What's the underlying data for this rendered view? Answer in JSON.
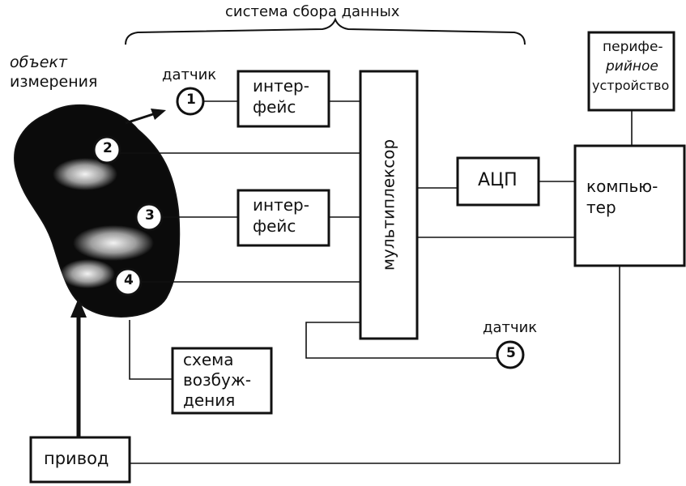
{
  "diagram": {
    "title": "система сбора данных",
    "object_label_line1": "объект",
    "object_label_line2": "измерения",
    "sensor_label_top": "датчик",
    "sensor_label_bottom": "датчик",
    "sensors": [
      "1",
      "2",
      "3",
      "4",
      "5"
    ],
    "interface_top_line1": "интер-",
    "interface_top_line2": "фейс",
    "interface_mid_line1": "интер-",
    "interface_mid_line2": "фейс",
    "multiplexer": "мультиплексор",
    "adc": "АЦП",
    "computer_line1": "компью-",
    "computer_line2": "тер",
    "peripheral_line1": "перифе-",
    "peripheral_line2": "рийное",
    "peripheral_line3": "устройство",
    "excitation_line1": "схема",
    "excitation_line2": "возбуж-",
    "excitation_line3": "дения",
    "drive": "привод"
  },
  "colors": {
    "ink": "#111111",
    "object_fill": "#0b0b0b",
    "background": "#ffffff"
  }
}
